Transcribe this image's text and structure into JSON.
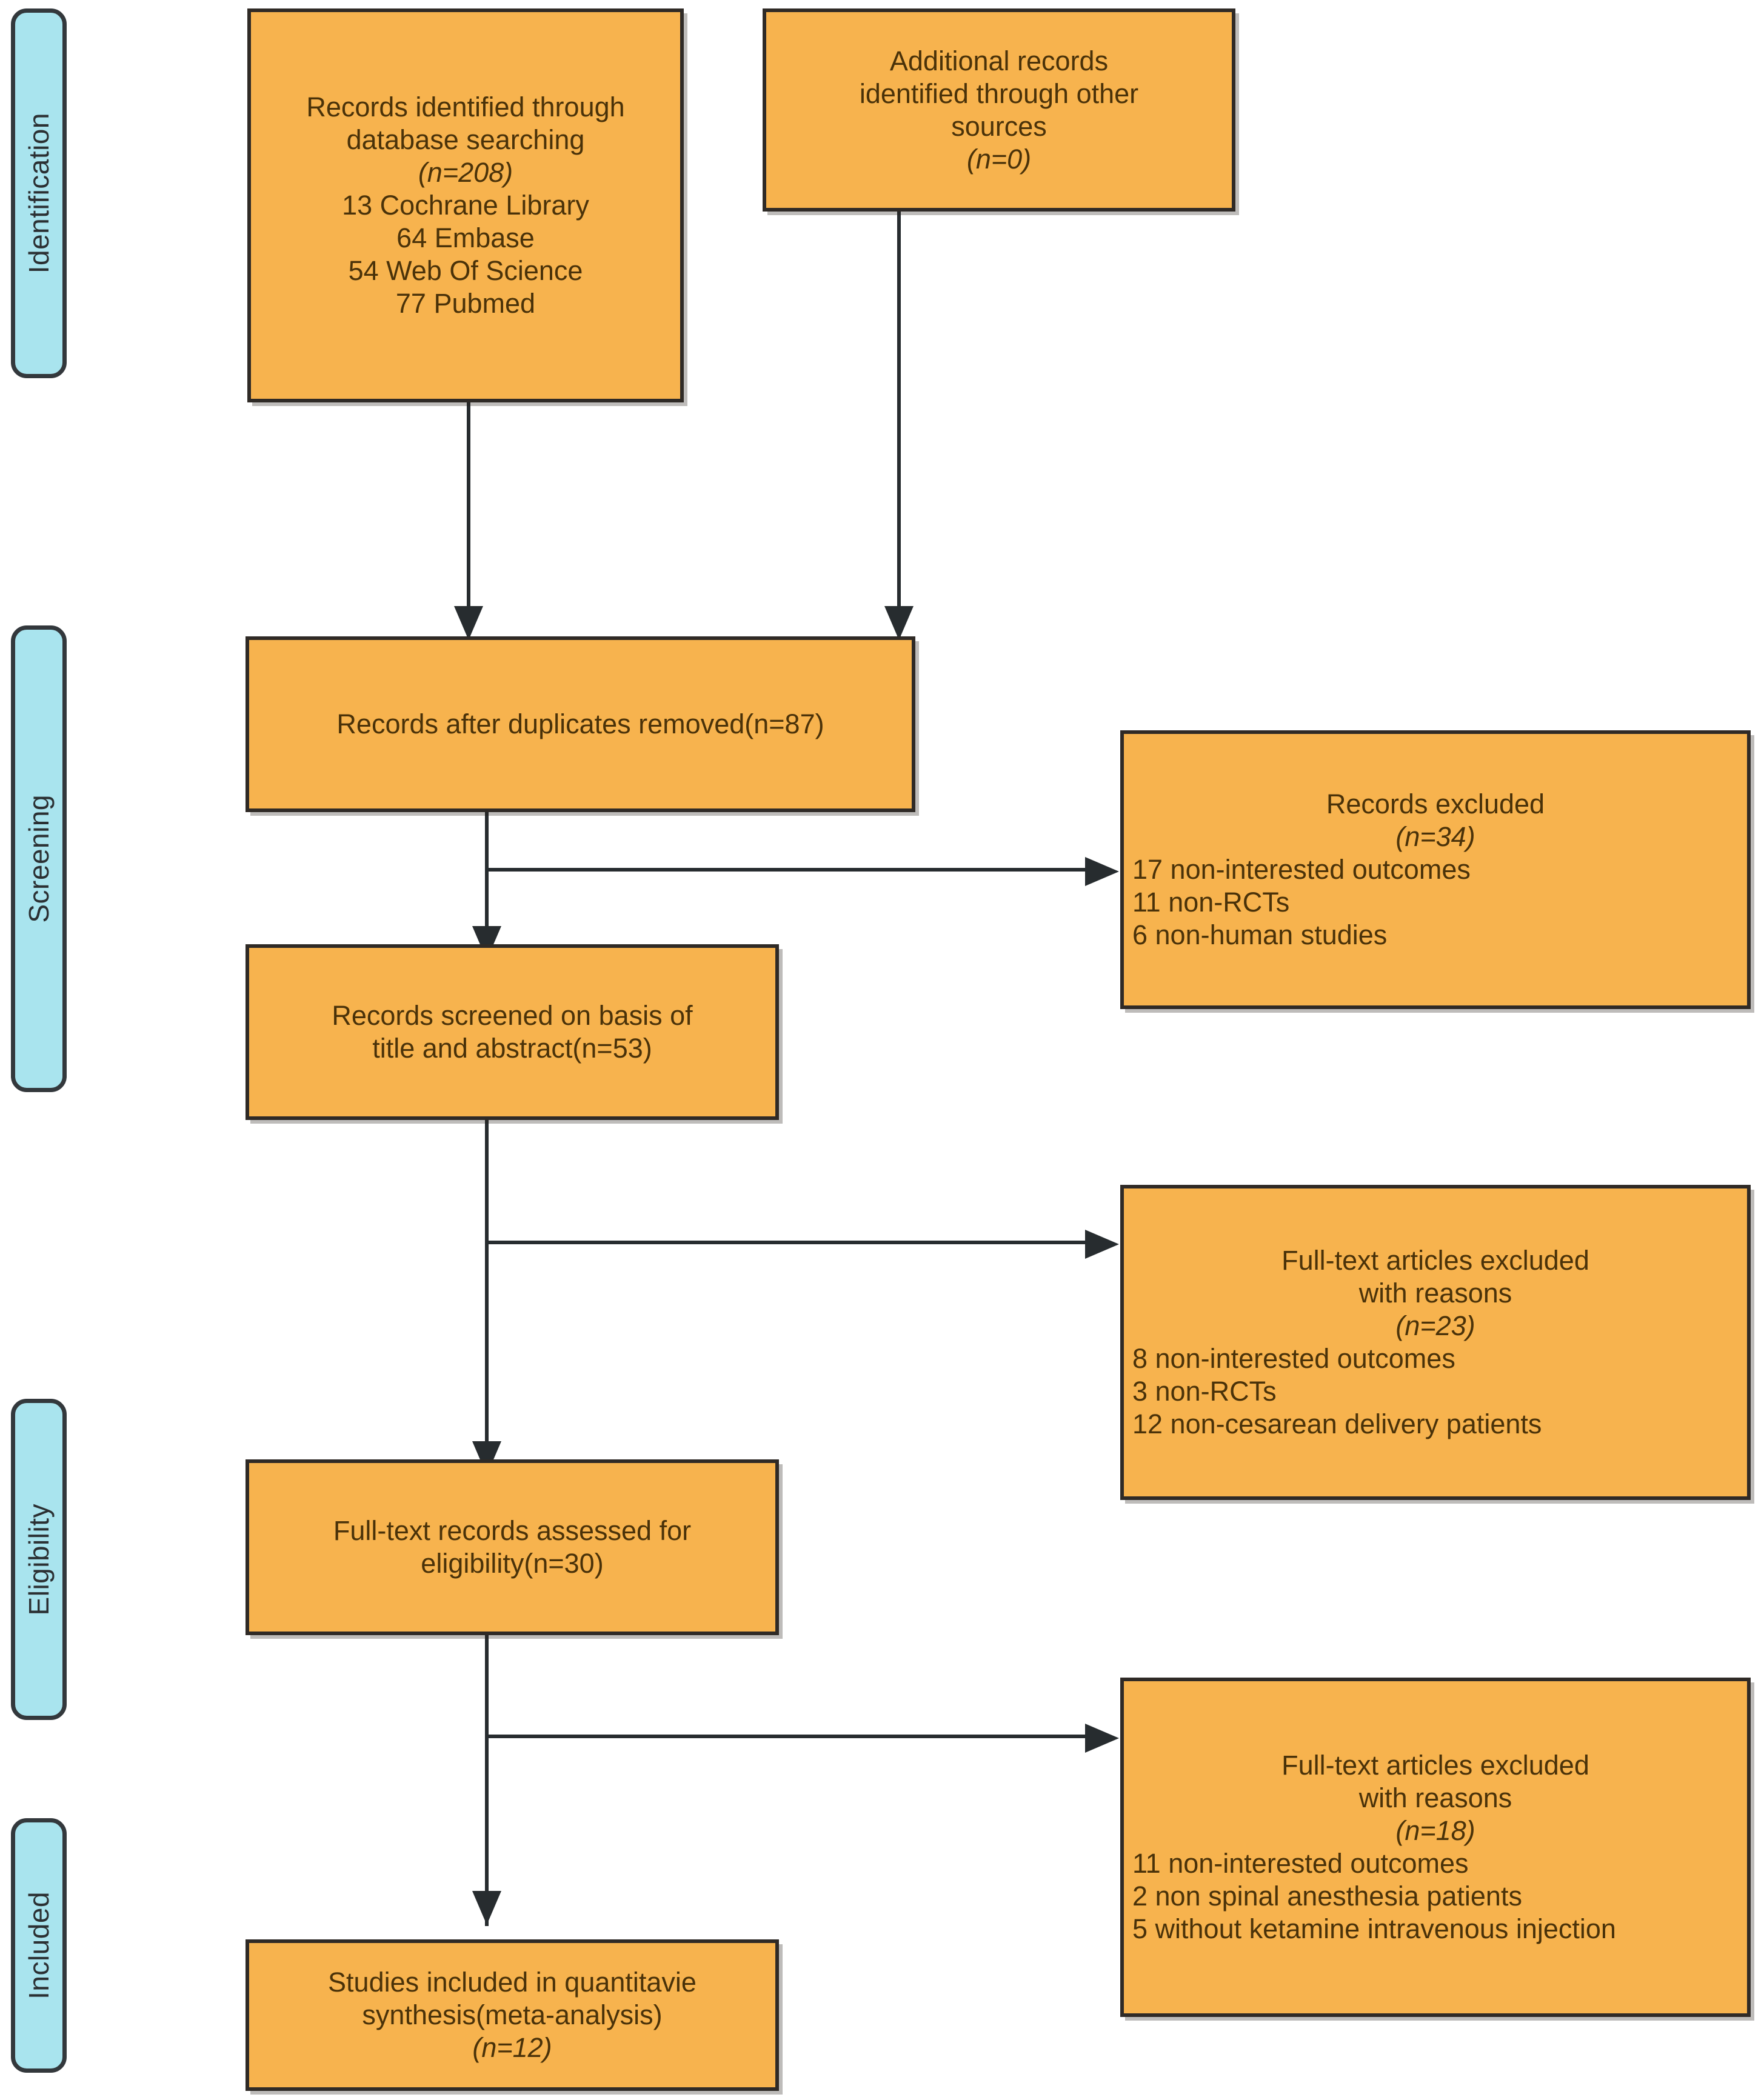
{
  "diagram": {
    "type": "prisma-flow-diagram",
    "colors": {
      "box_fill": "#f7b34e",
      "box_border": "#2f2a26",
      "stage_fill": "#a9e4ee",
      "stage_border": "#33383c",
      "connector": "#272c2f",
      "box_text": "#4a3209",
      "stage_text": "#2b3033",
      "background": "#ffffff"
    },
    "stages": [
      {
        "id": "identification",
        "label": "Identification"
      },
      {
        "id": "screening",
        "label": "Screening"
      },
      {
        "id": "eligibility",
        "label": "Eligibility"
      },
      {
        "id": "included",
        "label": "Included"
      }
    ],
    "boxes": {
      "identified_database": {
        "lines": [
          "Records identified through",
          "database searching",
          "(n=208)",
          "13 Cochrane Library",
          "64 Embase",
          "54 Web Of Science",
          "77 Pubmed"
        ],
        "n": 208,
        "sources": [
          {
            "count": 13,
            "name": "Cochrane Library"
          },
          {
            "count": 64,
            "name": "Embase"
          },
          {
            "count": 54,
            "name": "Web Of Science"
          },
          {
            "count": 77,
            "name": "Pubmed"
          }
        ]
      },
      "identified_other": {
        "lines": [
          "Additional records",
          "identified through other",
          "sources",
          "(n=0)"
        ],
        "n": 0
      },
      "after_duplicates": {
        "lines": [
          "Records after duplicates  removed(n=87)"
        ],
        "n": 87
      },
      "records_excluded": {
        "lines": [
          "Records excluded",
          "(n=34)",
          "17 non-interested outcomes",
          "11 non-RCTs",
          "6 non-human studies"
        ],
        "n": 34,
        "reasons": [
          {
            "count": 17,
            "reason": "non-interested outcomes"
          },
          {
            "count": 11,
            "reason": "non-RCTs"
          },
          {
            "count": 6,
            "reason": "non-human studies"
          }
        ]
      },
      "records_screened": {
        "lines": [
          "Records screened on basis of",
          "title and abstract(n=53)"
        ],
        "n": 53
      },
      "fulltext_excluded_1": {
        "lines": [
          "Full-text articles excluded",
          "with reasons",
          "(n=23)",
          "8 non-interested outcomes",
          "3 non-RCTs",
          "12 non-cesarean delivery patients"
        ],
        "n": 23,
        "reasons": [
          {
            "count": 8,
            "reason": "non-interested outcomes"
          },
          {
            "count": 3,
            "reason": "non-RCTs"
          },
          {
            "count": 12,
            "reason": "non-cesarean delivery patients"
          }
        ]
      },
      "fulltext_assessed": {
        "lines": [
          "Full-text records assessed for",
          "eligibility(n=30)"
        ],
        "n": 30
      },
      "fulltext_excluded_2": {
        "lines": [
          "Full-text articles excluded",
          "with reasons",
          "(n=18)",
          "11 non-interested outcomes",
          "2 non spinal anesthesia patients",
          "5 without ketamine intravenous injection"
        ],
        "n": 18,
        "reasons": [
          {
            "count": 11,
            "reason": "non-interested outcomes"
          },
          {
            "count": 2,
            "reason": "non spinal anesthesia patients"
          },
          {
            "count": 5,
            "reason": "without ketamine intravenous injection"
          }
        ]
      },
      "studies_included": {
        "lines": [
          "Studies included in quantitavie",
          "synthesis(meta-analysis)",
          "(n=12)"
        ],
        "n": 12
      }
    }
  }
}
